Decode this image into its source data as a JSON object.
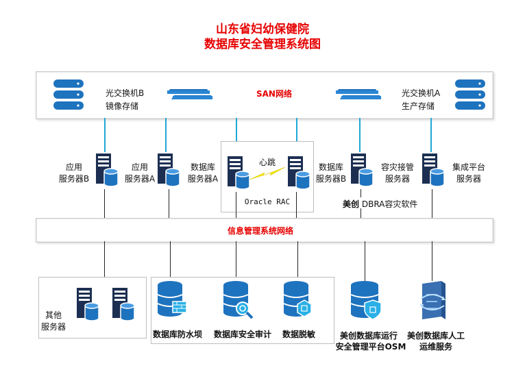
{
  "title": {
    "line1": "山东省妇幼保健院",
    "line2": "数据库安全管理系统图"
  },
  "san": {
    "label": "SAN网络",
    "storage_left_line1": "光交换机B",
    "storage_left_line2": "镜像存储",
    "storage_right_line1": "光交换机A",
    "storage_right_line2": "生产存储"
  },
  "servers": {
    "app_b_line1": "应用",
    "app_b_line2": "服务器B",
    "app_a_line1": "应用",
    "app_a_line2": "服务器A",
    "db_a_line1": "数据库",
    "db_a_line2": "服务器A",
    "heartbeat": "心跳",
    "oracle_rac": "Oracle RAC",
    "db_b_line1": "数据库",
    "db_b_line2": "服务器B",
    "dr_line1": "容灾接管",
    "dr_line2": "服务器",
    "integ_line1": "集成平台",
    "integ_line2": "服务器",
    "dbra_prefix": "美创",
    "dbra_suffix": "DBRA容灾软件"
  },
  "info_network": {
    "label": "信息管理系统网络"
  },
  "bottom": {
    "other_line1": "其他",
    "other_line2": "服务器",
    "firewall": "数据库防水坝",
    "audit": "数据库安全审计",
    "masking": "数据脱敏",
    "osm_line1": "美创数据库运行",
    "osm_line2": "安全管理平台OSM",
    "ops_line1": "美创数据库人工",
    "ops_line2": "运维服务"
  },
  "colors": {
    "title": "#e60000",
    "accent_blue": "#1e73be",
    "link_cyan": "#1fa7d6",
    "lightning": "#f5e600"
  }
}
